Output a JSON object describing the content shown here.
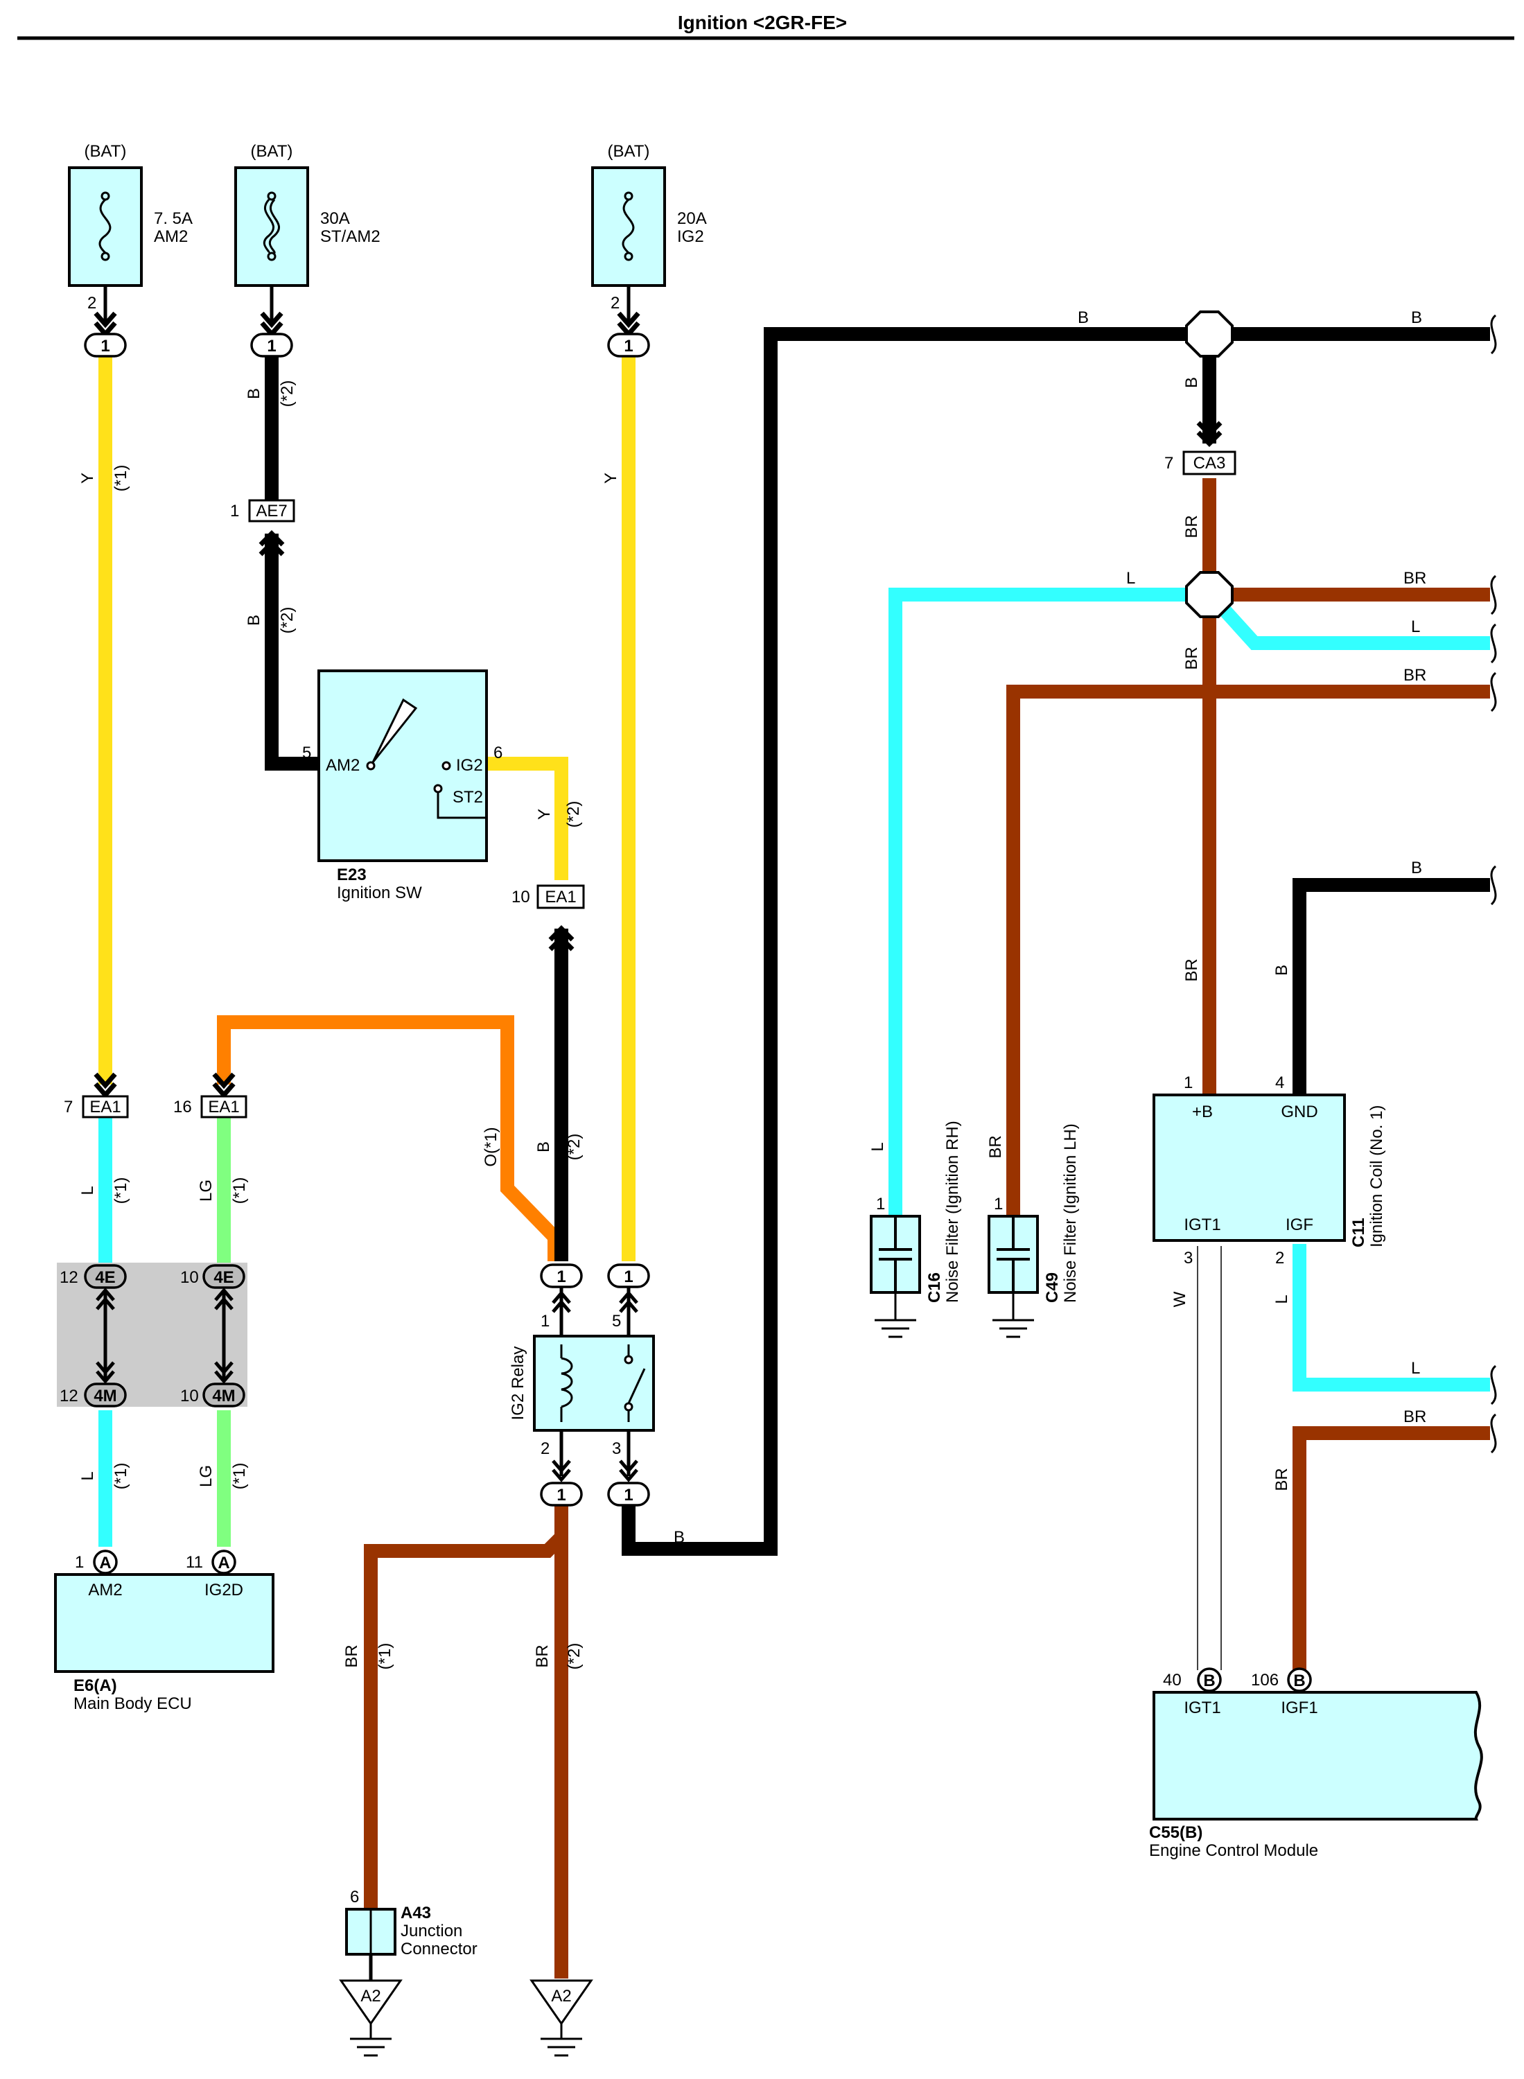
{
  "title": "Ignition <2GR-FE>",
  "colors": {
    "Y": "#ffe11a",
    "B": "#000000",
    "BR": "#993300",
    "L": "#33ffff",
    "LG": "#80ff80",
    "O": "#ff8000",
    "W": "#ffffff",
    "component_fill": "#ccffff",
    "junction_shade": "#cccccc"
  },
  "fuses": [
    {
      "source": "(BAT)",
      "rating": "7. 5A",
      "name": "AM2",
      "pin": "2"
    },
    {
      "source": "(BAT)",
      "rating": "30A",
      "name": "ST/AM2",
      "pin": ""
    },
    {
      "source": "(BAT)",
      "rating": "20A",
      "name": "IG2",
      "pin": "2"
    }
  ],
  "components": {
    "ignition_sw": {
      "code": "E23",
      "name": "Ignition SW",
      "pin_am2": "AM2",
      "pin_ig2": "IG2",
      "pin_st2": "ST2",
      "pin5": "5",
      "pin6": "6"
    },
    "relay": {
      "name": "IG2 Relay",
      "pin1": "1",
      "pin2": "2",
      "pin3": "3",
      "pin5": "5"
    },
    "body_ecu": {
      "code": "E6(A)",
      "name": "Main Body ECU",
      "pin_am2": "AM2",
      "pin_ig2d": "IG2D",
      "pin1": "1",
      "pin11": "11",
      "conn": "A"
    },
    "noise_rh": {
      "code": "C16",
      "name": "Noise Filter (Ignition RH)",
      "pin": "1"
    },
    "noise_lh": {
      "code": "C49",
      "name": "Noise Filter (Ignition LH)",
      "pin": "1"
    },
    "coil": {
      "code": "C11",
      "name": "Ignition Coil (No. 1)",
      "pin_b": "+B",
      "pin_gnd": "GND",
      "pin_igt1": "IGT1",
      "pin_igf": "IGF",
      "n1": "1",
      "n4": "4",
      "n3": "3",
      "n2": "2"
    },
    "ecm": {
      "code": "C55(B)",
      "name": "Engine Control Module",
      "pin_igt1": "IGT1",
      "pin_igf1": "IGF1",
      "n40": "40",
      "n106": "106",
      "conn": "B"
    },
    "junction": {
      "code": "A43",
      "name1": "Junction",
      "name2": "Connector",
      "pin": "6"
    }
  },
  "connectors": {
    "ae7": "AE7",
    "ae7_pin": "1",
    "ea1": "EA1",
    "ea1_top_pin": "10",
    "ea1_left_pin": "7",
    "ea1_mid_pin": "16",
    "ca3": "CA3",
    "ca3_pin": "7",
    "j4e": "4E",
    "j4m": "4M",
    "j_pin12": "12",
    "j_pin10": "10",
    "inline": "1",
    "ground": "A2"
  },
  "wire_labels": {
    "y": "Y",
    "b": "B",
    "br": "BR",
    "l": "L",
    "lg": "LG",
    "o1": "O(*1)",
    "w": "W",
    "n1": "(*1)",
    "n2": "(*2)"
  }
}
